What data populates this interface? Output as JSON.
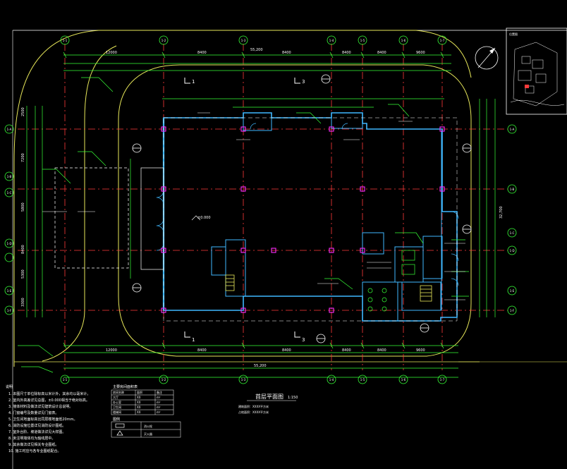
{
  "drawing": {
    "main_title": "首层平面图",
    "main_scale": "1:150",
    "title_notes": [
      "建筑面积：XXXX平方米",
      "占地面积：XXXX平方米"
    ],
    "overall_dim_top": "55,200",
    "overall_dim_bottom": "55,200",
    "overall_dim_right": "32,700",
    "elevation_main": "±0.000",
    "colors": {
      "background": "#000000",
      "axis": "#ff3a3a",
      "wall": "#3fb8ff",
      "dimension": "#37ff37",
      "text": "#ffffff",
      "column": "#ff2bff",
      "road": "#e8e85a"
    }
  },
  "axes": {
    "top": [
      "1-1",
      "1-2",
      "1-3",
      "1-4",
      "1-5",
      "1-6",
      "1-7"
    ],
    "left": [
      "1-A",
      "1-B",
      "1-C",
      "1-D",
      "1-E",
      "1-F"
    ],
    "right": [
      "1-A",
      "1-B",
      "1-C",
      "1-D",
      "1-E",
      "1-F"
    ]
  },
  "dims": {
    "top_row": [
      "12000",
      "8400",
      "8400",
      "8400",
      "8400",
      "9600"
    ],
    "left_col": [
      "2500",
      "7200",
      "5800",
      "8400",
      "5300",
      "3300"
    ]
  },
  "sections": [
    {
      "mark": "1",
      "pos": "top-left"
    },
    {
      "mark": "3",
      "pos": "top-center"
    },
    {
      "mark": "1",
      "pos": "bottom-left"
    },
    {
      "mark": "3",
      "pos": "bottom-center"
    }
  ],
  "legend_notes": {
    "heading": "说明",
    "lines": [
      "1. 本图尺寸单位除标高以米计外，其余均以毫米计。",
      "2. 室内外高差详见总图，±0.000相当于绝对标高。",
      "3. 墙体材料及做法详见建筑设计总说明。",
      "4. 门窗编号及数量详见门窗表。",
      "5. 卫生间地面标高比同层楼地面低20mm。",
      "6. 消防设施位置详见消防设计图纸。",
      "7. 室外台阶、坡道做法详见大样图。",
      "8. 未注明墙体均为轴线居中。",
      "9. 其余做法详见相关专业图纸。",
      "10. 施工时应与各专业图纸配合。"
    ]
  },
  "room_table": {
    "title": "主要房间面积表",
    "headers": [
      "房间名称",
      "面积",
      "备注"
    ],
    "rows": [
      [
        "大厅",
        "XX",
        "m²"
      ],
      [
        "办公室",
        "XX",
        "m²"
      ],
      [
        "卫生间",
        "XX",
        "m²"
      ],
      [
        "楼梯间",
        "XX",
        "m²"
      ]
    ]
  },
  "symbol_legend": {
    "heading": "图例",
    "items": [
      "消火栓",
      "灭火器"
    ]
  },
  "key_plan_label": "位置图"
}
